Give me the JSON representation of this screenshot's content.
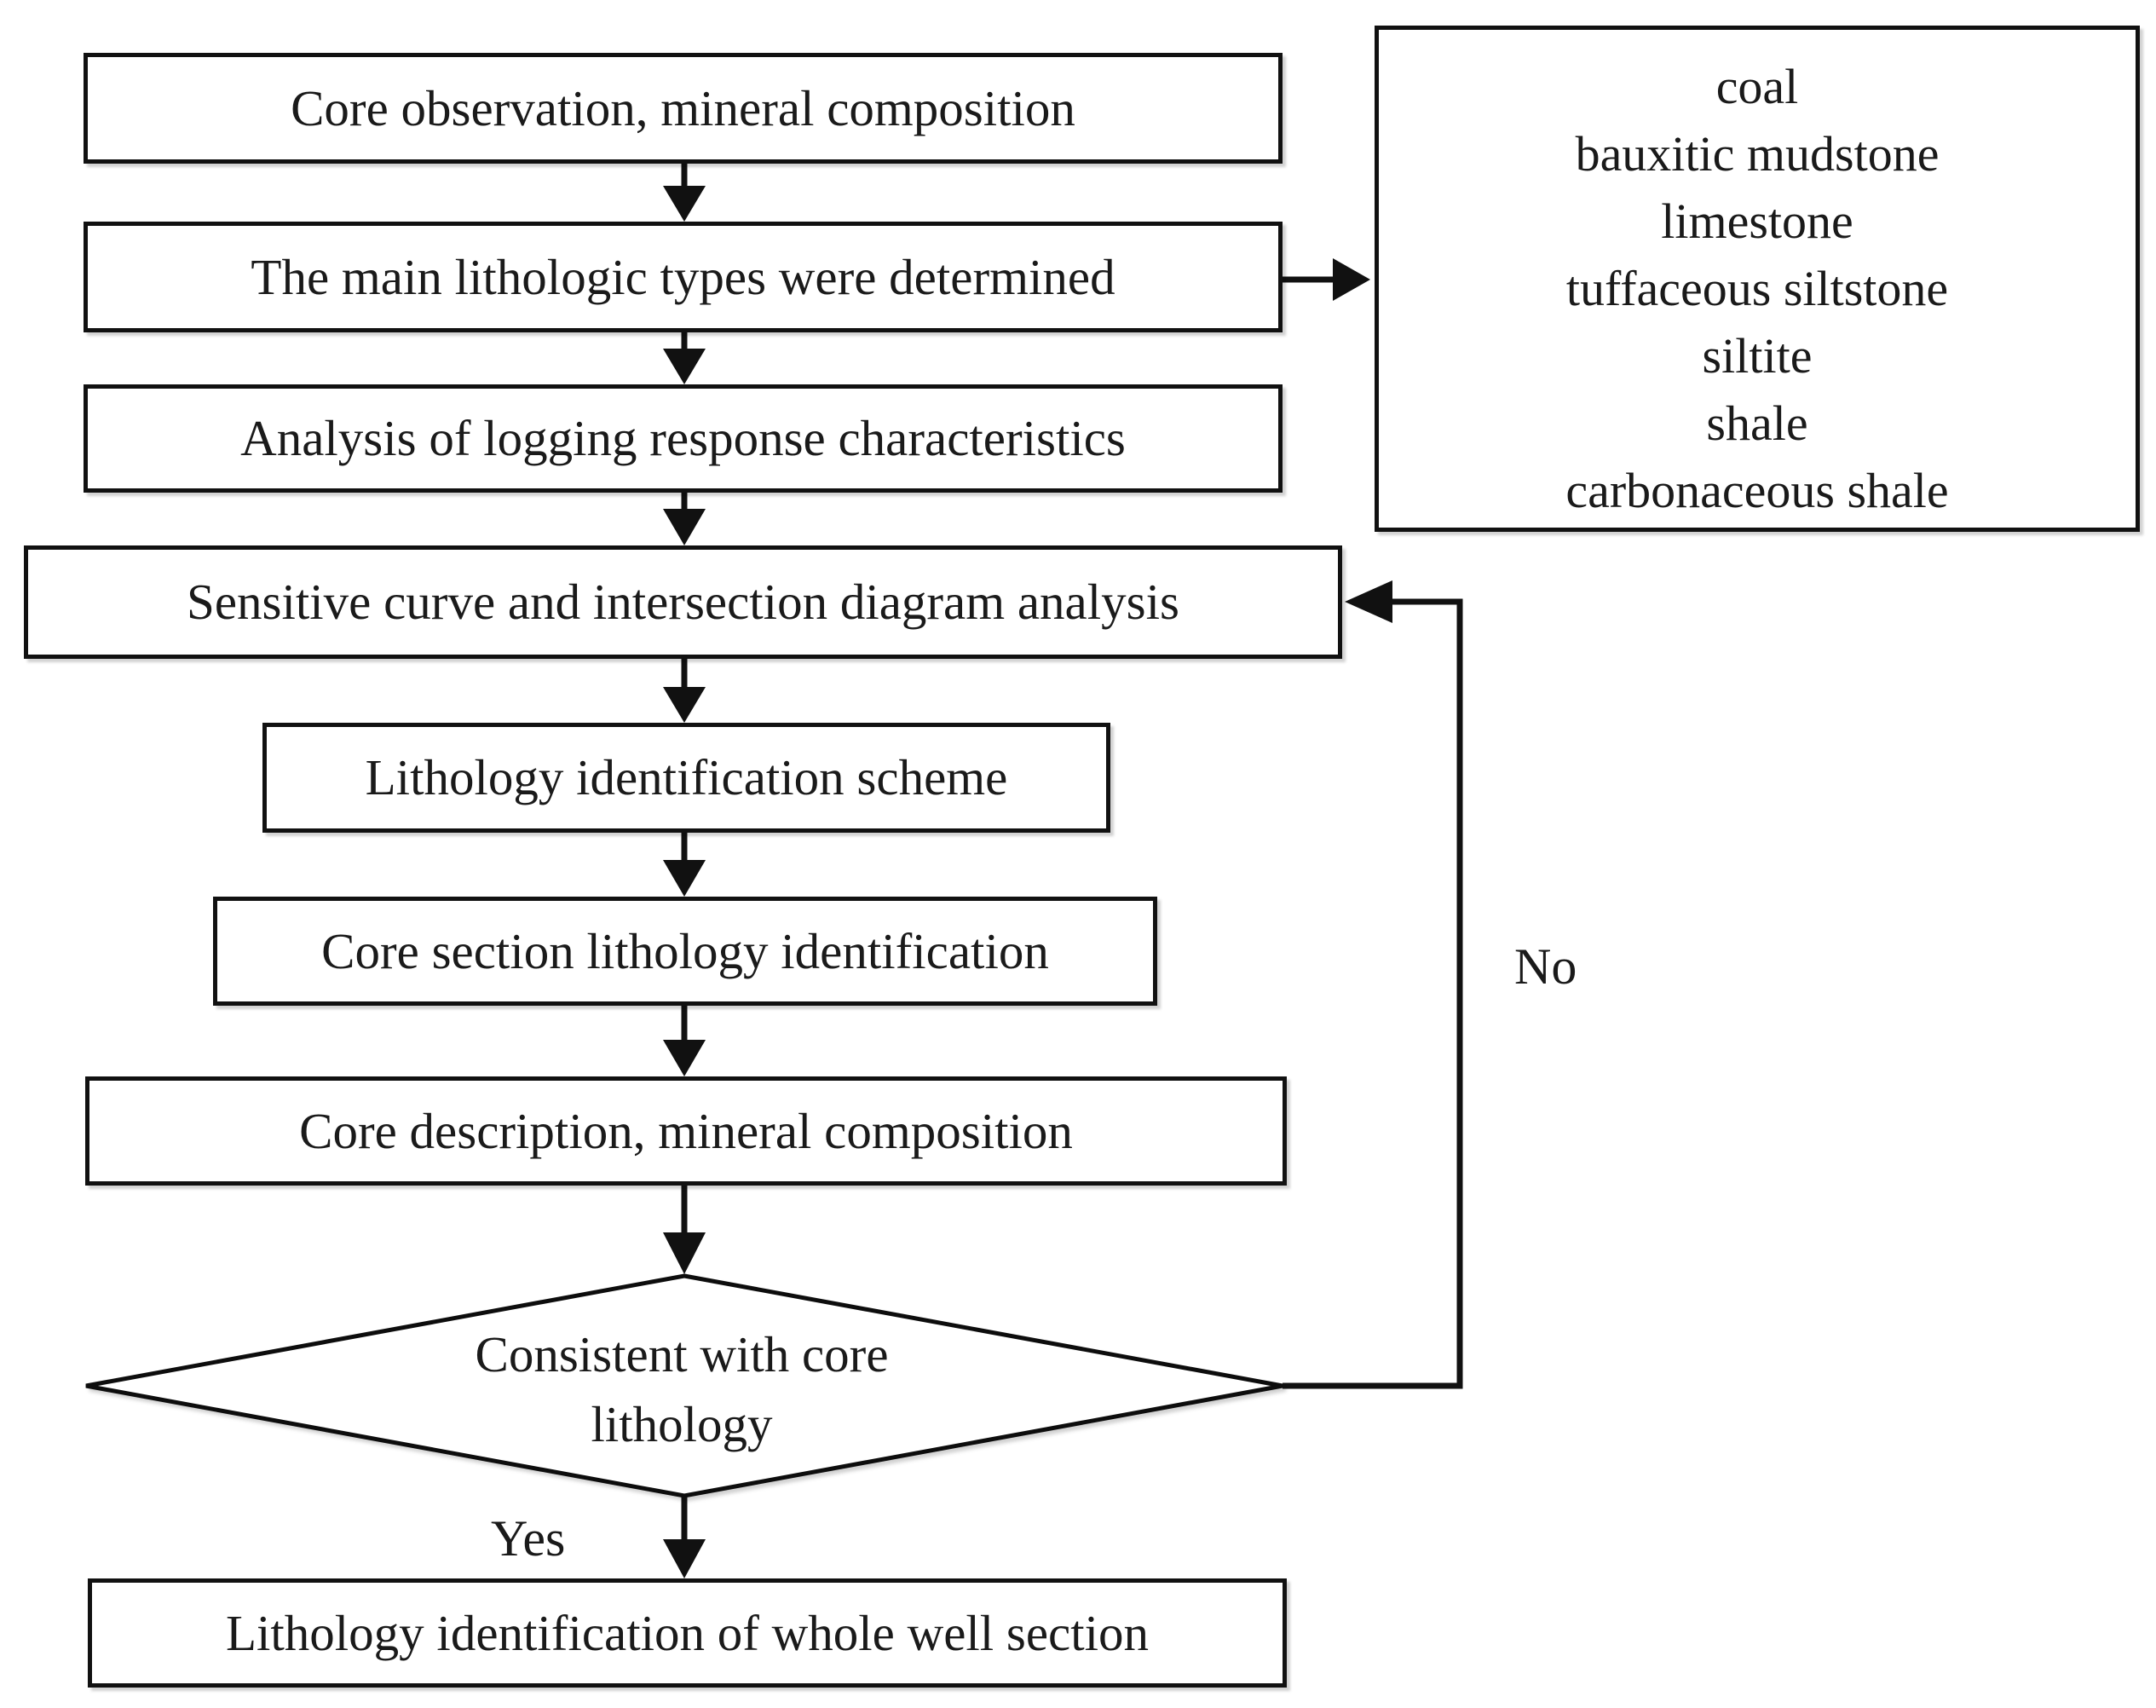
{
  "diagram": {
    "steps": {
      "core_observation": "Core observation, mineral composition",
      "main_types": "The main lithologic types were determined",
      "logging_analysis": "Analysis of logging response characteristics",
      "sensitive_curve": "Sensitive curve and intersection diagram analysis",
      "scheme": "Lithology identification scheme",
      "core_section": "Core section lithology identification",
      "core_description": "Core description, mineral composition",
      "whole_well": "Lithology identification of whole well section"
    },
    "decision": {
      "text_line1": "Consistent with core",
      "text_line2": "lithology",
      "yes_label": "Yes",
      "no_label": "No"
    },
    "lithologic_types": [
      "coal",
      "bauxitic mudstone",
      "limestone",
      "tuffaceous siltstone",
      "siltite",
      "shale",
      "carbonaceous shale"
    ],
    "colors": {
      "stroke": "#111111",
      "fill": "#ffffff",
      "text": "#1a1a1a"
    }
  }
}
